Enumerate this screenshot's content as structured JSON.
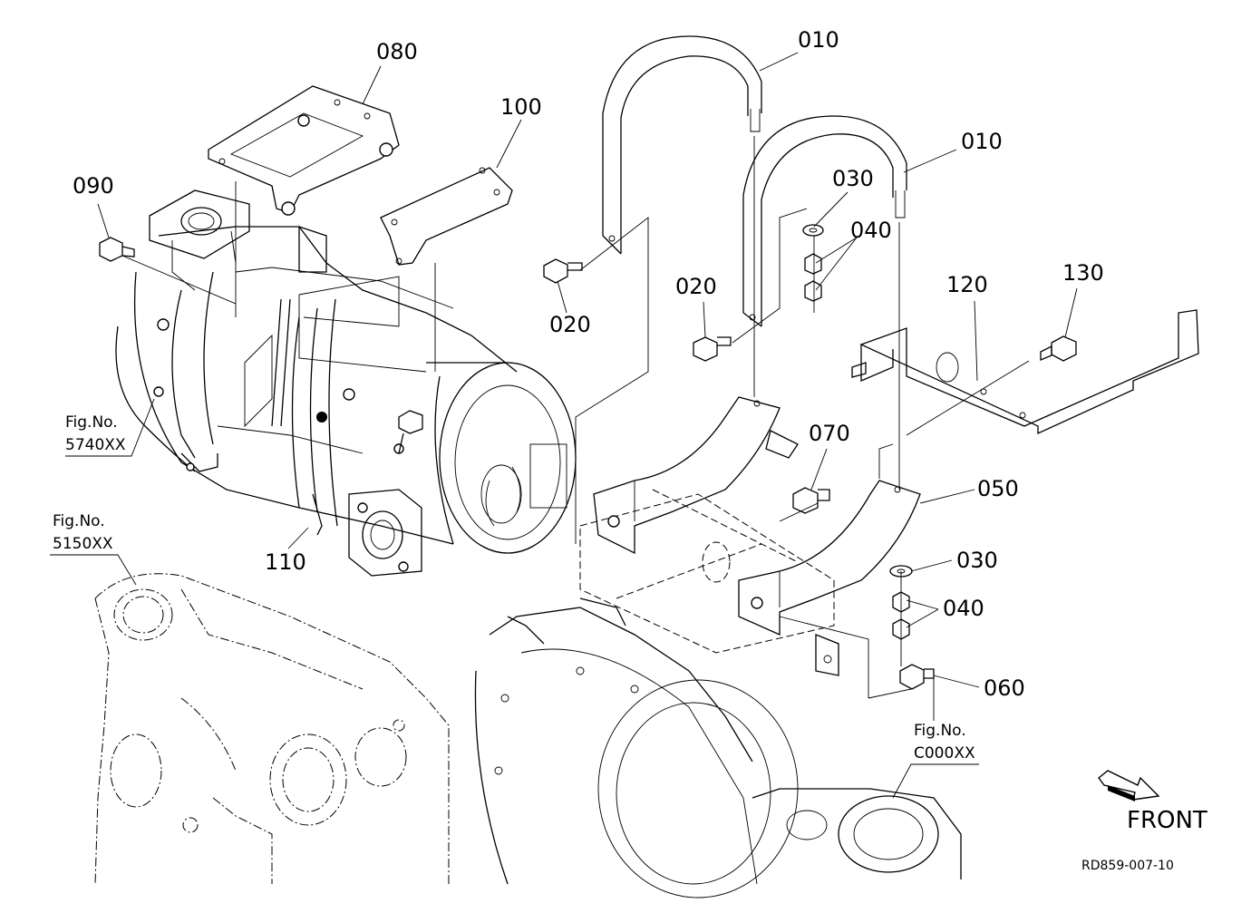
{
  "callouts": {
    "c010a": "010",
    "c010b": "010",
    "c080": "080",
    "c100": "100",
    "c090": "090",
    "c030a": "030",
    "c040a": "040",
    "c020a": "020",
    "c020b": "020",
    "c120": "120",
    "c130": "130",
    "c070": "070",
    "c050": "050",
    "c110": "110",
    "c030b": "030",
    "c040b": "040",
    "c060": "060"
  },
  "figrefs": {
    "f5740_label": "Fig.No.",
    "f5740_num": "5740XX",
    "f5150_label": "Fig.No.",
    "f5150_num": "5150XX",
    "fc000_label": "Fig.No.",
    "fc000_num": "C000XX"
  },
  "direction": {
    "front": "FRONT"
  },
  "drawing_ref": "RD859-007-10"
}
